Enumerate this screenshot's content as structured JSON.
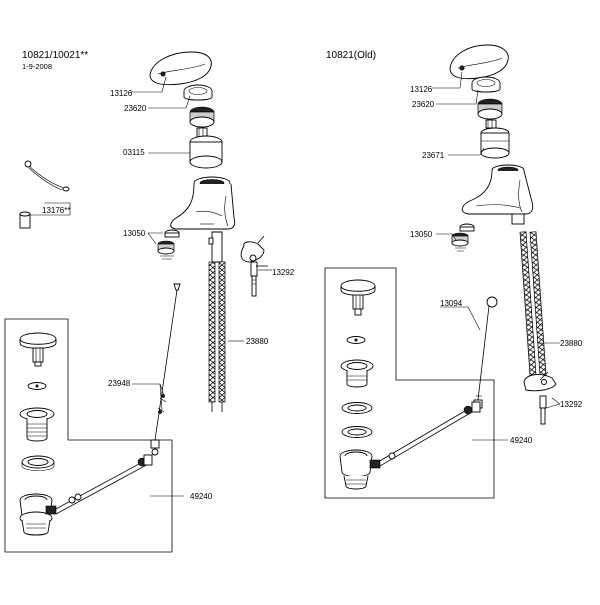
{
  "left": {
    "model": "10821/10021**",
    "date": "1-9-2008",
    "labels": {
      "l13126": "13126",
      "l23620": "23620",
      "l03115": "03115",
      "l13176": "13176**",
      "l13050": "13050",
      "l13292": "13292",
      "l23880": "23880",
      "l23948": "23948",
      "l49240": "49240"
    }
  },
  "right": {
    "model": "10821(Old)",
    "labels": {
      "l13126": "13126",
      "l23620": "23620",
      "l23671": "23671",
      "l13050": "13050",
      "l13094": "13094",
      "l23880": "23880",
      "l13292": "13292",
      "l49240": "49240"
    }
  }
}
